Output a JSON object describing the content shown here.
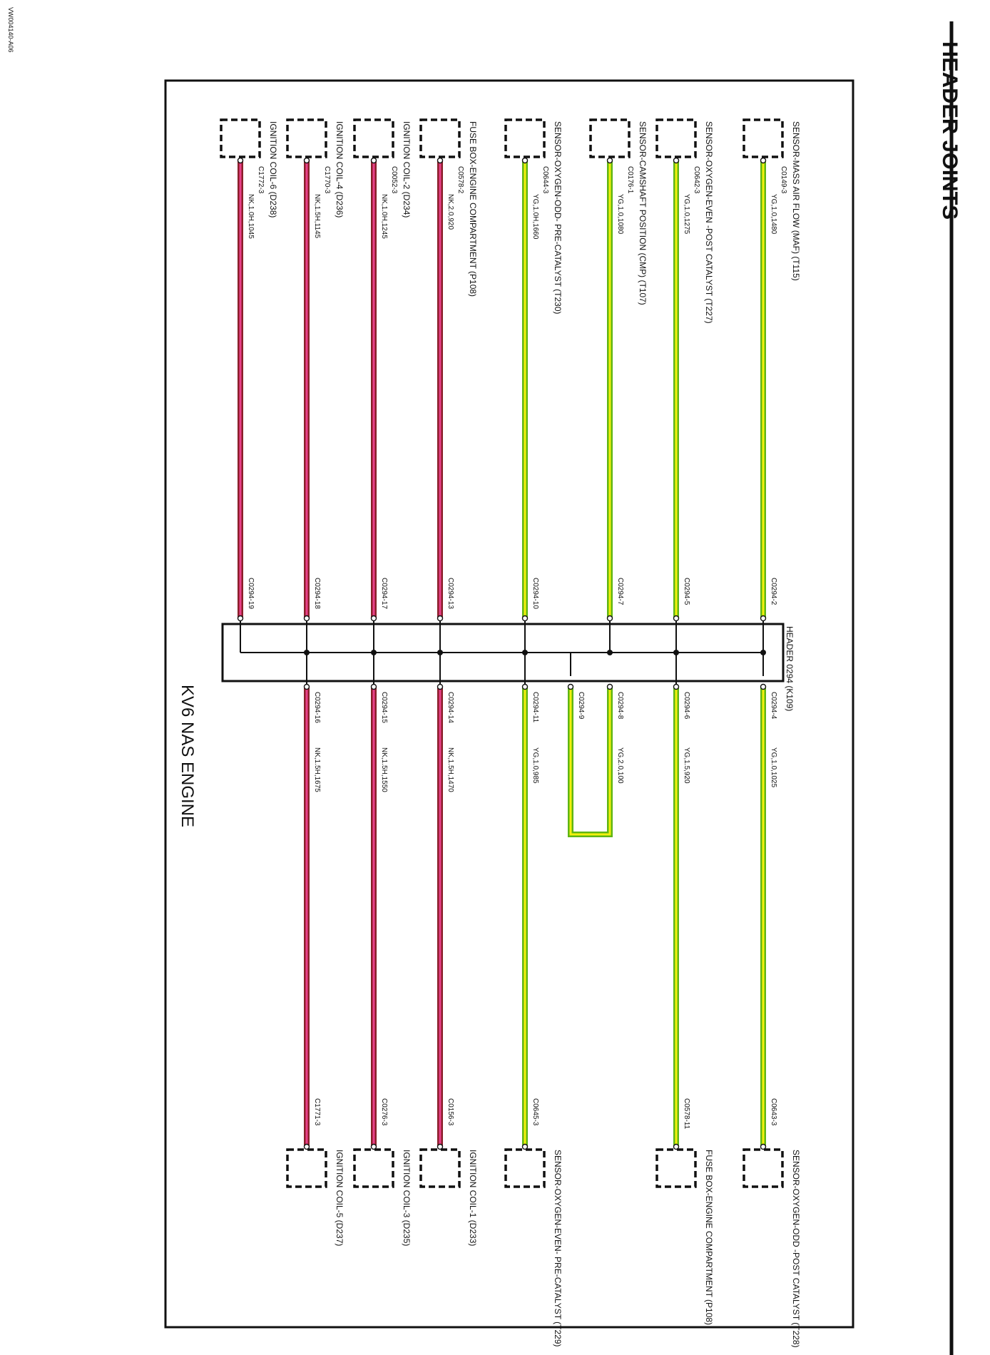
{
  "page": {
    "title": "HEADER JOINTS",
    "figure_id": "VW004140-A06",
    "engine": "KV6 NAS ENGINE"
  },
  "header": {
    "label": "HEADER 0294 (K109)"
  },
  "colors": {
    "NK": {
      "core": "#e9408a",
      "edge": "#8a1f2a"
    },
    "YG": {
      "core": "#f4f10c",
      "edge": "#5fb514"
    }
  },
  "top_wires": [
    {
      "name": "SENSOR-MASS AIR FLOW (MAF) (T115)",
      "conn": "C0149-3",
      "wire": "YG,1.0,1480",
      "header_pin": "C0294-2",
      "color": "YG"
    },
    {
      "name": "SENSOR-OXYGEN-EVEN -POST CATALYST (T227)",
      "conn": "C0642-3",
      "wire": "YG,1.0,1275",
      "header_pin": "C0294-5",
      "color": "YG"
    },
    {
      "name": "SENSOR-CAMSHAFT POSITION (CMP) (T107)",
      "conn": "C0176-1",
      "wire": "YG,1.0,1080",
      "header_pin": "C0294-7",
      "color": "YG"
    },
    {
      "name": "SENSOR-OXYGEN-ODD- PRE-CATALYST (T230)",
      "conn": "C0644-3",
      "wire": "YG,1.0H,1660",
      "header_pin": "C0294-10",
      "color": "YG"
    },
    {
      "name": "FUSE BOX-ENGINE COMPARTMENT (P108)",
      "conn": "C0578-2",
      "wire": "NK,2.0,920",
      "header_pin": "C0294-13",
      "color": "NK"
    },
    {
      "name": "IGNITION COIL-2 (D234)",
      "conn": "C0052-3",
      "wire": "NK,1.0H,1245",
      "header_pin": "C0294-17",
      "color": "NK"
    },
    {
      "name": "IGNITION COIL-4 (D236)",
      "conn": "C1770-3",
      "wire": "NK,1.5H,1145",
      "header_pin": "C0294-18",
      "color": "NK"
    },
    {
      "name": "IGNITION COIL-6 (D238)",
      "conn": "C1772-3",
      "wire": "NK,1.0H,1045",
      "header_pin": "C0294-19",
      "color": "NK"
    }
  ],
  "bottom_wires": [
    {
      "name": "SENSOR-OXYGEN-ODD -POST CATALYST (T228)",
      "conn": "C0643-3",
      "wire": "YG,1.0,1025",
      "header_pin": "C0294-4",
      "color": "YG"
    },
    {
      "name": "FUSE BOX-ENGINE COMPARTMENT (P108)",
      "conn": "C0578-11",
      "wire": "YG,1.5,920",
      "header_pin": "C0294-6",
      "color": "YG"
    },
    {
      "name": "SENSOR-OXYGEN-EVEN- PRE-CATALYST (T229)",
      "conn": "C0645-3",
      "wire": "YG,1.0,985",
      "header_pin": "C0294-11",
      "color": "YG"
    },
    {
      "name": "IGNITION COIL-1 (D233)",
      "conn": "C0156-3",
      "wire": "NK,1.5H,1470",
      "header_pin": "C0294-14",
      "color": "NK"
    },
    {
      "name": "IGNITION COIL-3 (D235)",
      "conn": "C0276-3",
      "wire": "NK,1.5H,1550",
      "header_pin": "C0294-15",
      "color": "NK"
    },
    {
      "name": "IGNITION COIL-5 (D237)",
      "conn": "C1771-3",
      "wire": "NK,1.5H,1675",
      "header_pin": "C0294-16",
      "color": "NK"
    }
  ],
  "loop": {
    "pin_a": "C0294-8",
    "pin_b": "C0294-9",
    "wire": "YG,2.0,100",
    "color": "YG"
  }
}
